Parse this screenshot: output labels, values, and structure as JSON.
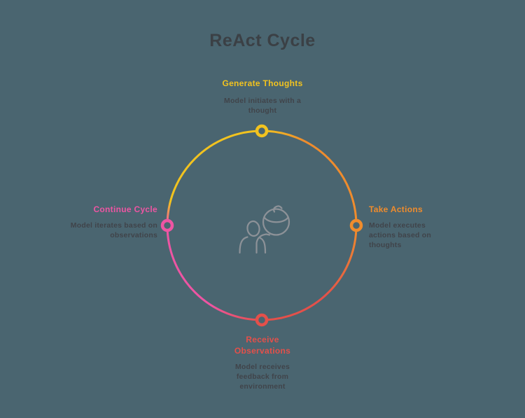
{
  "title": "ReAct Cycle",
  "colors": {
    "background": "#4a6570",
    "title_text": "#3b4045",
    "muted_text": "#40444a",
    "yellow": "#f2c31f",
    "orange": "#ef8c2d",
    "red": "#e4504a",
    "pink": "#ee55a3",
    "icon_gray": "#8d9298"
  },
  "stages": [
    {
      "id": "generate-thoughts",
      "label": "Generate Thoughts",
      "description": "Model initiates with a thought",
      "color": "#f2c31f",
      "position": "top"
    },
    {
      "id": "take-actions",
      "label": "Take Actions",
      "description": "Model executes actions based on thoughts",
      "color": "#ef8c2d",
      "position": "right"
    },
    {
      "id": "receive-observations",
      "label": "Receive Observations",
      "description": "Model receives feedback from environment",
      "color": "#e4504a",
      "position": "bottom"
    },
    {
      "id": "continue-cycle",
      "label": "Continue Cycle",
      "description": "Model iterates based on observations",
      "color": "#ee55a3",
      "position": "left"
    }
  ],
  "center_icon": "person-with-crystal-ball"
}
